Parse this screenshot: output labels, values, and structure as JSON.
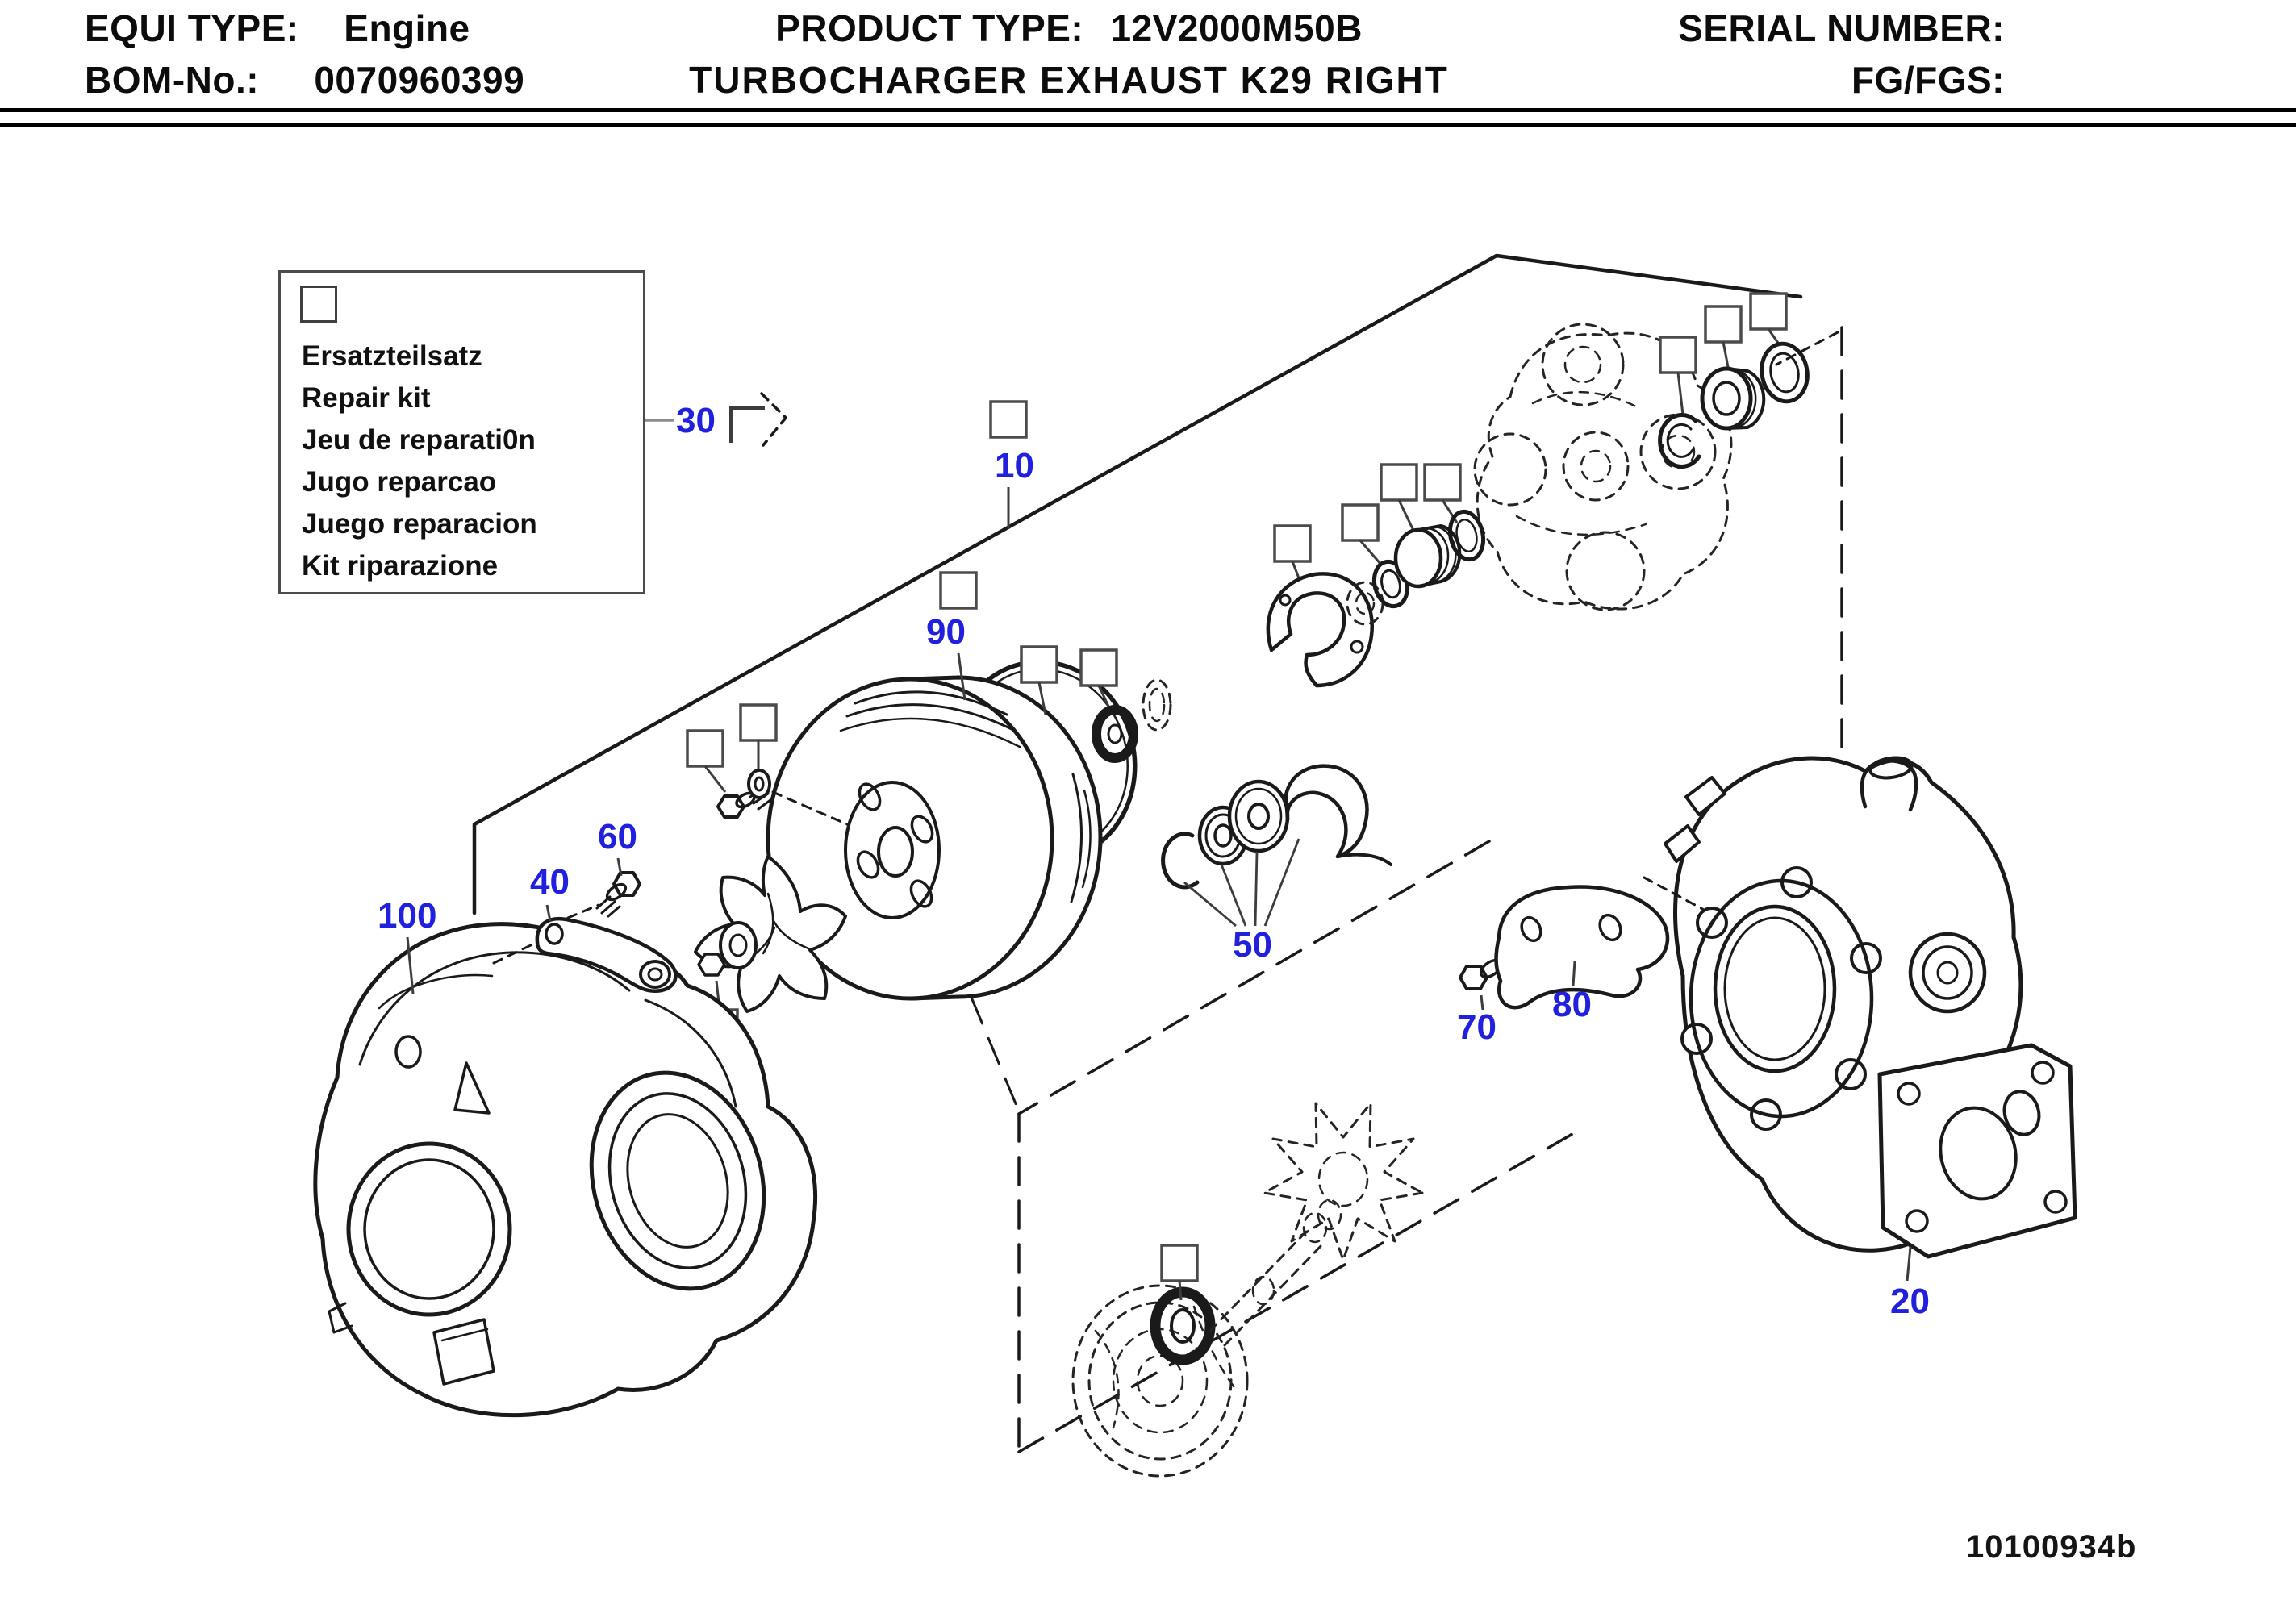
{
  "header": {
    "equi_type_label": "EQUI TYPE:",
    "equi_type_value": "Engine",
    "bom_label": "BOM-No.:",
    "bom_value": "0070960399",
    "product_type_label": "PRODUCT TYPE:",
    "product_type_value": "12V2000M50B",
    "subtitle": "TURBOCHARGER EXHAUST K29 RIGHT",
    "serial_label": "SERIAL NUMBER:",
    "fg_label": "FG/FGS:"
  },
  "legend": {
    "kit_lines": [
      "Ersatzteilsatz",
      "Repair kit",
      "Jeu de reparati0n",
      "Jugo reparcao",
      "Juego reparacion",
      "Kit riparazione"
    ]
  },
  "callouts": {
    "c10": "10",
    "c20": "20",
    "c30": "30",
    "c40": "40",
    "c50": "50",
    "c60": "60",
    "c70": "70",
    "c80": "80",
    "c90": "90",
    "c100": "100"
  },
  "drawing_number": "10100934b",
  "colors": {
    "callout_blue": "#2121dd",
    "line_black": "#1a1a1a",
    "background": "#ffffff"
  }
}
